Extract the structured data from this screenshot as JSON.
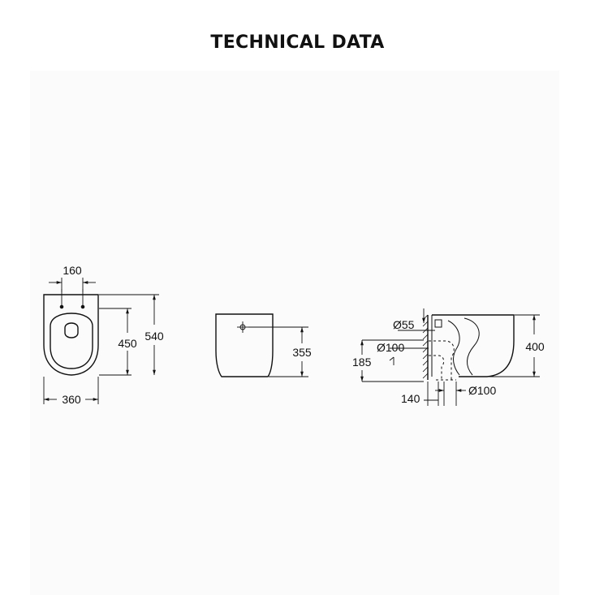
{
  "title": "TECHNICAL DATA",
  "dimensions": {
    "top_view": {
      "seat_hole_spacing": "160",
      "fixing_depth": "450",
      "overall_depth": "540",
      "overall_width": "360"
    },
    "front_view": {
      "height": "355"
    },
    "side_view": {
      "inlet_diameter": "Ø55",
      "outlet_diameter_left": "Ø100",
      "outlet_height": "185",
      "outlet_offset": "140",
      "outlet_diameter_bottom": "Ø100",
      "overall_height": "400"
    }
  }
}
